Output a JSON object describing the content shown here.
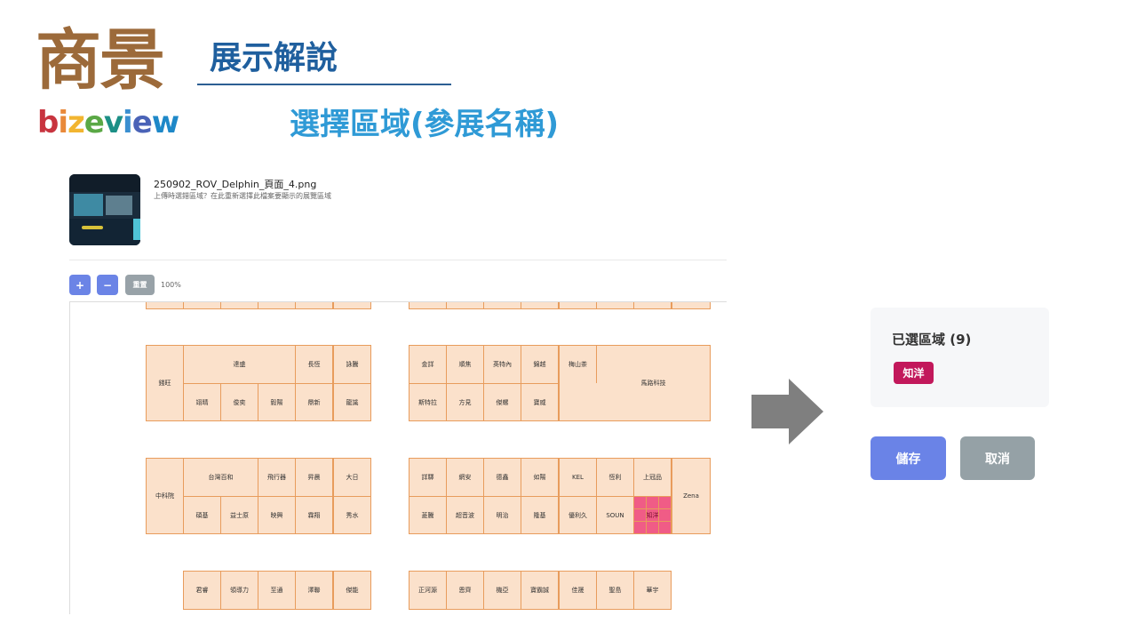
{
  "brand": {
    "logo_cn": "商景",
    "logo_en": [
      {
        "ch": "b",
        "color": "#c8343f"
      },
      {
        "ch": "i",
        "color": "#e9893a"
      },
      {
        "ch": "z",
        "color": "#f2b530"
      },
      {
        "ch": "e",
        "color": "#5aa845"
      },
      {
        "ch": "v",
        "color": "#1c8f86"
      },
      {
        "ch": "i",
        "color": "#3a8fd0"
      },
      {
        "ch": "e",
        "color": "#4a63b7"
      },
      {
        "ch": "w",
        "color": "#1e88c8"
      }
    ]
  },
  "header": {
    "title": "展示解說",
    "subtitle": "選擇區域(參展名稱)"
  },
  "file": {
    "name": "250902_ROV_Delphin_頁面_4.png",
    "description": "上傳時選錯區域？在此重新選擇此檔案要顯示的展覽區域"
  },
  "zoom": {
    "plus_label": "+",
    "minus_label": "−",
    "reset_label": "重置",
    "level": "100%"
  },
  "floor_plan": {
    "booths": [
      "錢旺",
      "達盛",
      "長恆",
      "詠騰",
      "翊晴",
      "俊奕",
      "毅陽",
      "鼎新",
      "龍識",
      "金詳",
      "順焦",
      "英特內",
      "錦越",
      "梅山茶",
      "馬路科技",
      "斯特拉",
      "方見",
      "傑螺",
      "寶威",
      "中科院",
      "台灣百和",
      "飛行器",
      "昇晨",
      "大日",
      "碩基",
      "益士原",
      "映興",
      "霖翔",
      "秀水",
      "詳驛",
      "網安",
      "德鑫",
      "如陽",
      "KEL",
      "恆利",
      "上冠品",
      "Zena",
      "菱騰",
      "超音波",
      "明治",
      "隆基",
      "優利久",
      "SOUN",
      "知洋",
      "君睿",
      "領導力",
      "至通",
      "澤聯",
      "傑能",
      "正河源",
      "恩齊",
      "機亞",
      "寶霸誠",
      "佳晟",
      "聖島",
      "華宇"
    ],
    "selected_color": "#f05c86"
  },
  "selection": {
    "title": "已選區域 (9)",
    "tags": [
      "知洋"
    ],
    "tag_color": "#c2185b"
  },
  "actions": {
    "save_label": "儲存",
    "cancel_label": "取消"
  },
  "colors": {
    "booth_fill": "#fbe1cb",
    "booth_border": "#e89c5c",
    "primary_button": "#6a83e7",
    "secondary_button": "#95a1a6"
  }
}
